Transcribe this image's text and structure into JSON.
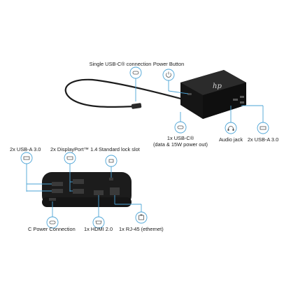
{
  "callouts": {
    "single_usbc": "Single USB-C® connection",
    "power_button": "Power Button",
    "usbc_front_line1": "1x USB-C®",
    "usbc_front_line2": "(data & 15W power out)",
    "audio_jack": "Audio jack",
    "usba_side": "2x USB-A 3.0",
    "usba_rear": "2x USB-A 3.0",
    "displayport": "2x DisplayPort™ 1.4",
    "lock_slot": "Standard lock slot",
    "power_connection": "C Power Connection",
    "hdmi": "1x HDMI 2.0",
    "rj45": "1x RJ-45 (ethernet)"
  },
  "colors": {
    "leader": "#4aa3d6",
    "device": "#1c1c1c",
    "text": "#1a1a1a"
  },
  "icons": [
    "usb-c-icon",
    "power-button-icon",
    "usb-c-port-icon",
    "audio-jack-icon",
    "usb-a-icon",
    "displayport-icon",
    "lock-slot-icon",
    "power-connection-icon",
    "hdmi-icon",
    "ethernet-icon"
  ]
}
